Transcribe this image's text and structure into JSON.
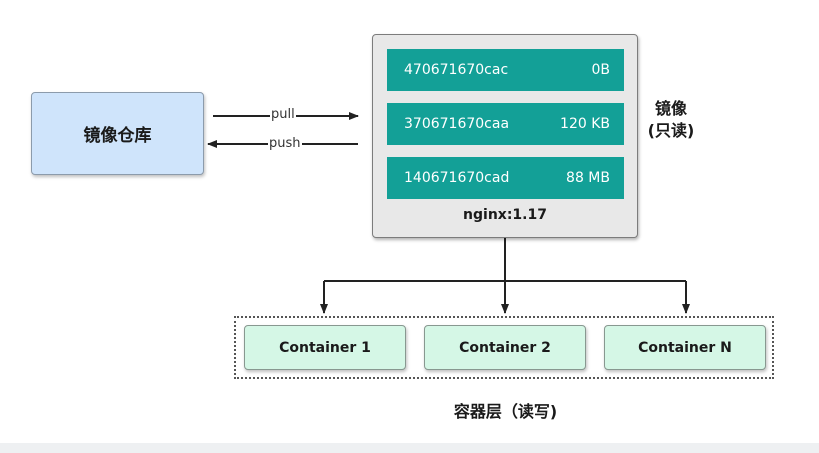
{
  "registry": {
    "label": "镜像仓库"
  },
  "arrows": {
    "pull_label": "pull",
    "push_label": "push"
  },
  "image": {
    "layers": [
      {
        "id": "470671670cac",
        "size": "0B"
      },
      {
        "id": "370671670caa",
        "size": "120 KB"
      },
      {
        "id": "140671670cad",
        "size": "88 MB"
      }
    ],
    "tag": "nginx:1.17",
    "caption_line1": "镜像",
    "caption_line2": "(只读)"
  },
  "containers": {
    "items": [
      {
        "label": "Container 1"
      },
      {
        "label": "Container 2"
      },
      {
        "label": "Container N"
      }
    ],
    "caption": "容器层（读写)"
  },
  "colors": {
    "registry_fill": "#cfe4fb",
    "layer_fill": "#13a097",
    "image_panel_fill": "#e8e8e8",
    "container_fill": "#d5f7e6"
  }
}
